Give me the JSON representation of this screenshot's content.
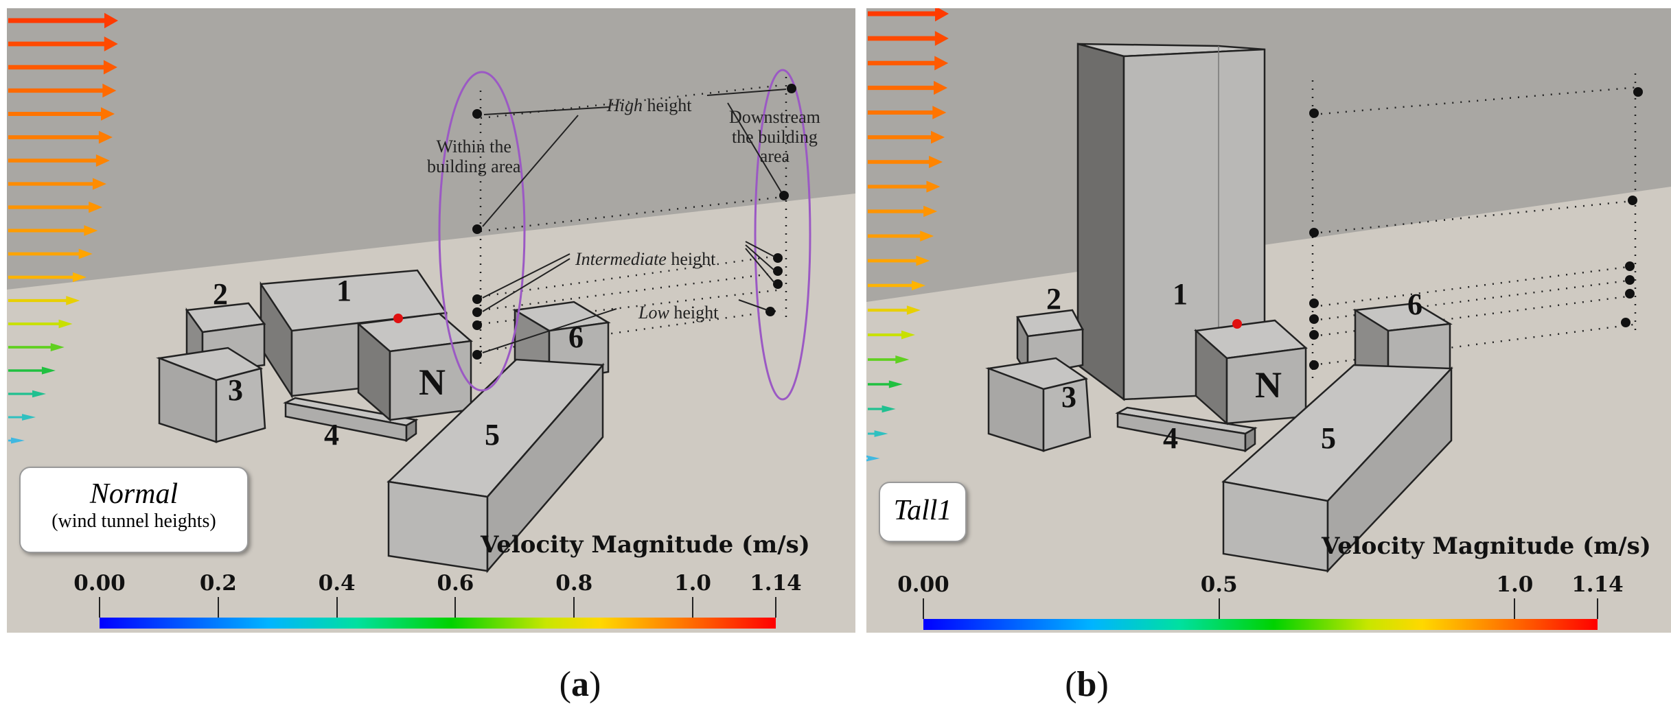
{
  "panels": {
    "a": {
      "case_title": "Normal",
      "case_subtitle": "(wind tunnel heights)",
      "buildings": {
        "b1": "1",
        "b2": "2",
        "b3": "3",
        "b4": "4",
        "b5": "5",
        "b6": "6",
        "bn": "N"
      },
      "annotations": {
        "high_italic": "High",
        "high_rest": " height",
        "within_line1": "Within the",
        "within_line2": "building area",
        "downstream_line1": "Downstream",
        "downstream_line2": "the building",
        "downstream_line3": "area",
        "intermediate_italic": "Intermediate",
        "intermediate_rest": " height",
        "low_italic": "Low",
        "low_rest": " height"
      },
      "colorbar": {
        "label": "Velocity Magnitude (m/s)",
        "ticks": [
          "0.00",
          "0.2",
          "0.4",
          "0.6",
          "0.8",
          "1.0",
          "1.14"
        ],
        "range": [
          0,
          1.14
        ]
      },
      "caption_open": "(",
      "caption_letter": "a",
      "caption_close": ")"
    },
    "b": {
      "case_title": "Tall1",
      "buildings": {
        "b1": "1",
        "b2": "2",
        "b3": "3",
        "b4": "4",
        "b5": "5",
        "b6": "6",
        "bn": "N"
      },
      "colorbar": {
        "label": "Velocity Magnitude (m/s)",
        "ticks": [
          "0.00",
          "0.5",
          "1.0",
          "1.14"
        ],
        "range": [
          0,
          1.14
        ]
      },
      "caption_open": "(",
      "caption_letter": "b",
      "caption_close": ")"
    }
  },
  "colors": {
    "sky": "#a9a7a3",
    "ground": "#cfcac2",
    "building_face": "#b9b8b6",
    "ellipse": "#9b59c4",
    "probe": "#111111",
    "probe_highlight": "#e01010"
  }
}
